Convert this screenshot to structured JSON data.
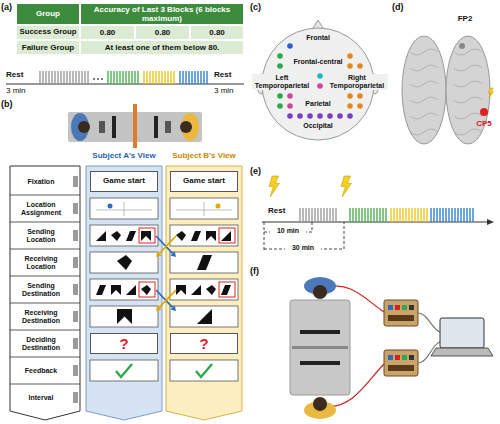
{
  "diagram": {
    "nodes": [
      {
        "text": [
          "Fixation"
        ]
      },
      {
        "text": [
          "Location Assignment"
        ]
      },
      {
        "text": [
          "Sending Location"
        ]
      },
      {
        "text": [
          "Receiving Location"
        ]
      },
      {
        "text": [
          "Sending Destination"
        ]
      },
      {
        "text": [
          "Receiving Destination"
        ]
      },
      {
        "text": [
          "Deciding Destination"
        ]
      },
      {
        "text": [
          "Feedback"
        ]
      },
      {
        "text": [
          "Interval"
        ]
      },
      {
        "text": [
          "Subject A's View"
        ]
      },
      {
        "text": [
          "Game start"
        ],
        "in": 9
      },
      {
        "text": [
          "?"
        ],
        "in": 9
      },
      {
        "text": [
          "Subject B's View"
        ]
      },
      {
        "text": [
          "Game start"
        ],
        "in": 12
      },
      {
        "text": [
          "?"
        ],
        "in": 12
      }
    ],
    "labels": [
      "(a)",
      "Group",
      "Accuracy of Last 3 Blocks (6 blocks maximum)",
      "Success Group",
      "0.80",
      "0.80",
      "0.80",
      "Failure Group",
      "At least one of them below 80.",
      "Rest",
      "3 min",
      "Rest",
      "3 min",
      "(b)",
      "(c)",
      "Frontal",
      "Frontal-central",
      "Left Temporoparietal",
      "Right Temporoparietal",
      "Parietal",
      "Occipital",
      "(d)",
      "FP2",
      "CP5",
      "(e)",
      "Rest",
      "10 min",
      "30 min",
      "(f)"
    ]
  }
}
